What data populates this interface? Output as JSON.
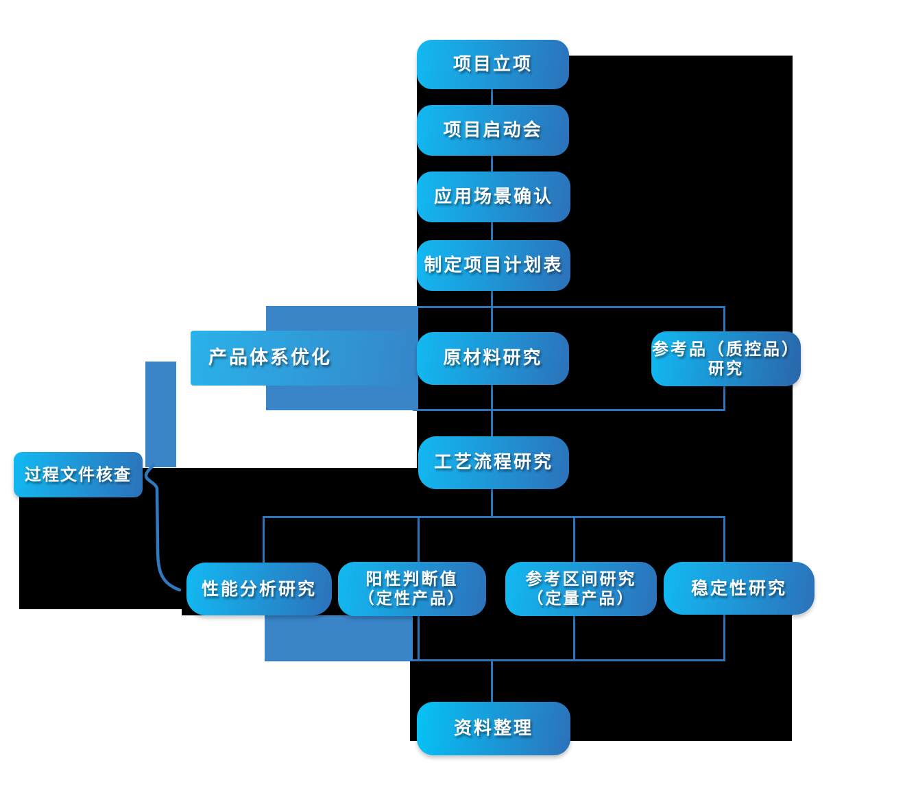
{
  "diagram": {
    "type": "flowchart",
    "language": "zh-CN",
    "description_visible_text_only": true
  },
  "colors": {
    "background": "#ffffff",
    "background_block": "#000000",
    "box_gradient_start": "#12b9f2",
    "box_gradient_end": "#2c72ba",
    "box_gradient_end_dark": "#2a66aa",
    "panel_gradient_start": "#2ab2ea",
    "panel_gradient_end": "#3585c8",
    "solid_panel": "#3a84c8",
    "connector": "#2e76bc",
    "text": "#ffffff"
  },
  "nodes": {
    "project_initiation": {
      "label": "项目立项"
    },
    "kickoff_meeting": {
      "label": "项目启动会"
    },
    "application_scenario_confirmation": {
      "label": "应用场景确认"
    },
    "project_schedule": {
      "label": "制定项目计划表"
    },
    "raw_material_research": {
      "label": "原材料研究"
    },
    "product_system_optimization": {
      "label": "产品体系优化"
    },
    "reference_product_research": {
      "line1": "参考品（质控品）",
      "line2": "研究"
    },
    "process_flow_research": {
      "label": "工艺流程研究"
    },
    "process_document_check": {
      "label": "过程文件核查"
    },
    "performance_analysis_research": {
      "label": "性能分析研究"
    },
    "positive_cutoff_value": {
      "line1": "阳性判断值",
      "line2": "（定性产品）"
    },
    "reference_interval_research": {
      "line1": "参考区间研究",
      "line2": "（定量产品）"
    },
    "stability_research": {
      "label": "稳定性研究"
    },
    "data_compilation": {
      "label": "资料整理"
    }
  }
}
